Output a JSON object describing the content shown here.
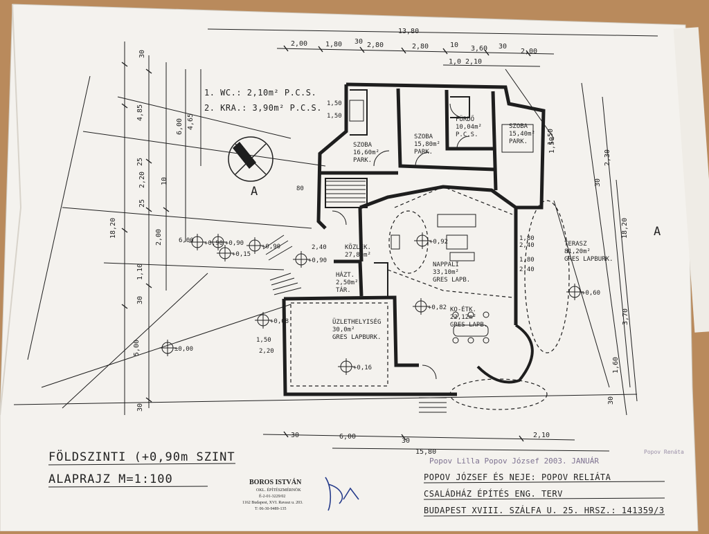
{
  "dimensions": {
    "top_total": "13,80",
    "top_row": [
      "2,00",
      "1,80",
      "30",
      "2,80",
      "2,80",
      "10",
      "3,60",
      "30",
      "2,00"
    ],
    "top_row2": [
      "1,0",
      "2,10"
    ],
    "left_side": [
      "30",
      "4,85",
      "6,00",
      "4,65",
      "25",
      "2,20",
      "10",
      "25",
      "2,00",
      "1,10",
      "30",
      "5,00",
      "30"
    ],
    "left_total": "18,20",
    "right_side": [
      "1,50",
      "1,50",
      "2,30",
      "30",
      "3,70",
      "1,60",
      "30"
    ],
    "right_total": "18,20",
    "bottom_row": [
      "30",
      "6,00",
      "30",
      "2,10"
    ],
    "bottom_total": "15,80",
    "misc": [
      "1,50",
      "1,50",
      "2,20",
      "1,50",
      "6,00",
      "1,80",
      "2,40",
      "1,80",
      "2,40",
      "80",
      "2,40"
    ]
  },
  "notes": {
    "line1": "1. WC.: 2,10m² P.C.S.",
    "line2": "2. KRA.: 3,90m² P.C.S."
  },
  "section_marks": [
    "A",
    "A"
  ],
  "rooms": [
    {
      "name": "SZOBA",
      "area": "16,60m²",
      "floor": "PARK."
    },
    {
      "name": "SZOBA",
      "area": "15,80m²",
      "floor": "PARK."
    },
    {
      "name": "FÜRDŐ",
      "area": "10,04m²",
      "floor": "P.C.S."
    },
    {
      "name": "SZOBA",
      "area": "15,40m²",
      "floor": "PARK."
    },
    {
      "name": "NAPPALI",
      "area": "33,10m²",
      "floor": "GRES LAPB."
    },
    {
      "name": "KO-ÉTK.",
      "area": "22,12m²",
      "floor": "GRES LAPB."
    },
    {
      "name": "TERASZ",
      "area": "81,20m²",
      "floor": "GRES LAPBURK."
    },
    {
      "name": "ÜZLETHELYISÉG",
      "area": "30,0m²",
      "floor": "GRES LAPBURK."
    },
    {
      "name": "HÁZT.",
      "area": "2,50m²",
      "floor": "TÁR."
    },
    {
      "name": "KÖZLEK.",
      "area": "27,80m²",
      "floor": ""
    }
  ],
  "levels": [
    "±0,00",
    "+0,90",
    "+0,90",
    "+0,90",
    "+0,60",
    "+0,08",
    "+0,16",
    "+0,92",
    "+0,15",
    "+0,90",
    "+0,82"
  ],
  "title": {
    "line1": "FÖLDSZINTI (+0,90m SZINT",
    "line2": "ALAPRAJZ M=1:100"
  },
  "stamp": {
    "name": "BOROS ISTVÁN",
    "role": "OKL. ÉPÍTÉSZMÉRNÖK",
    "line1": "É-2-01-3229/02",
    "line2": "1162 Budapest, XVI. Ravasz u. 203.",
    "line3": "T: 06-30-9489-135"
  },
  "titleblock": {
    "handwritten": "Popov Lilla  Popov József  2003. JANUÁR",
    "line1": "POPOV JÓZSEF ÉS NEJE: POPOV RELIÁTA",
    "line2": "CSALÁDHÁZ ÉPÍTÉS ENG. TERV",
    "line3": "BUDAPEST XVIII. SZÁLFA U. 25. HRSZ.: 141359/3",
    "pencil_note": "Popov Renáta"
  },
  "colors": {
    "paper": "#f4f2ee",
    "ink": "#1e1e1e",
    "desk": "#b98a5c",
    "pencil": "#9a8fa8"
  }
}
